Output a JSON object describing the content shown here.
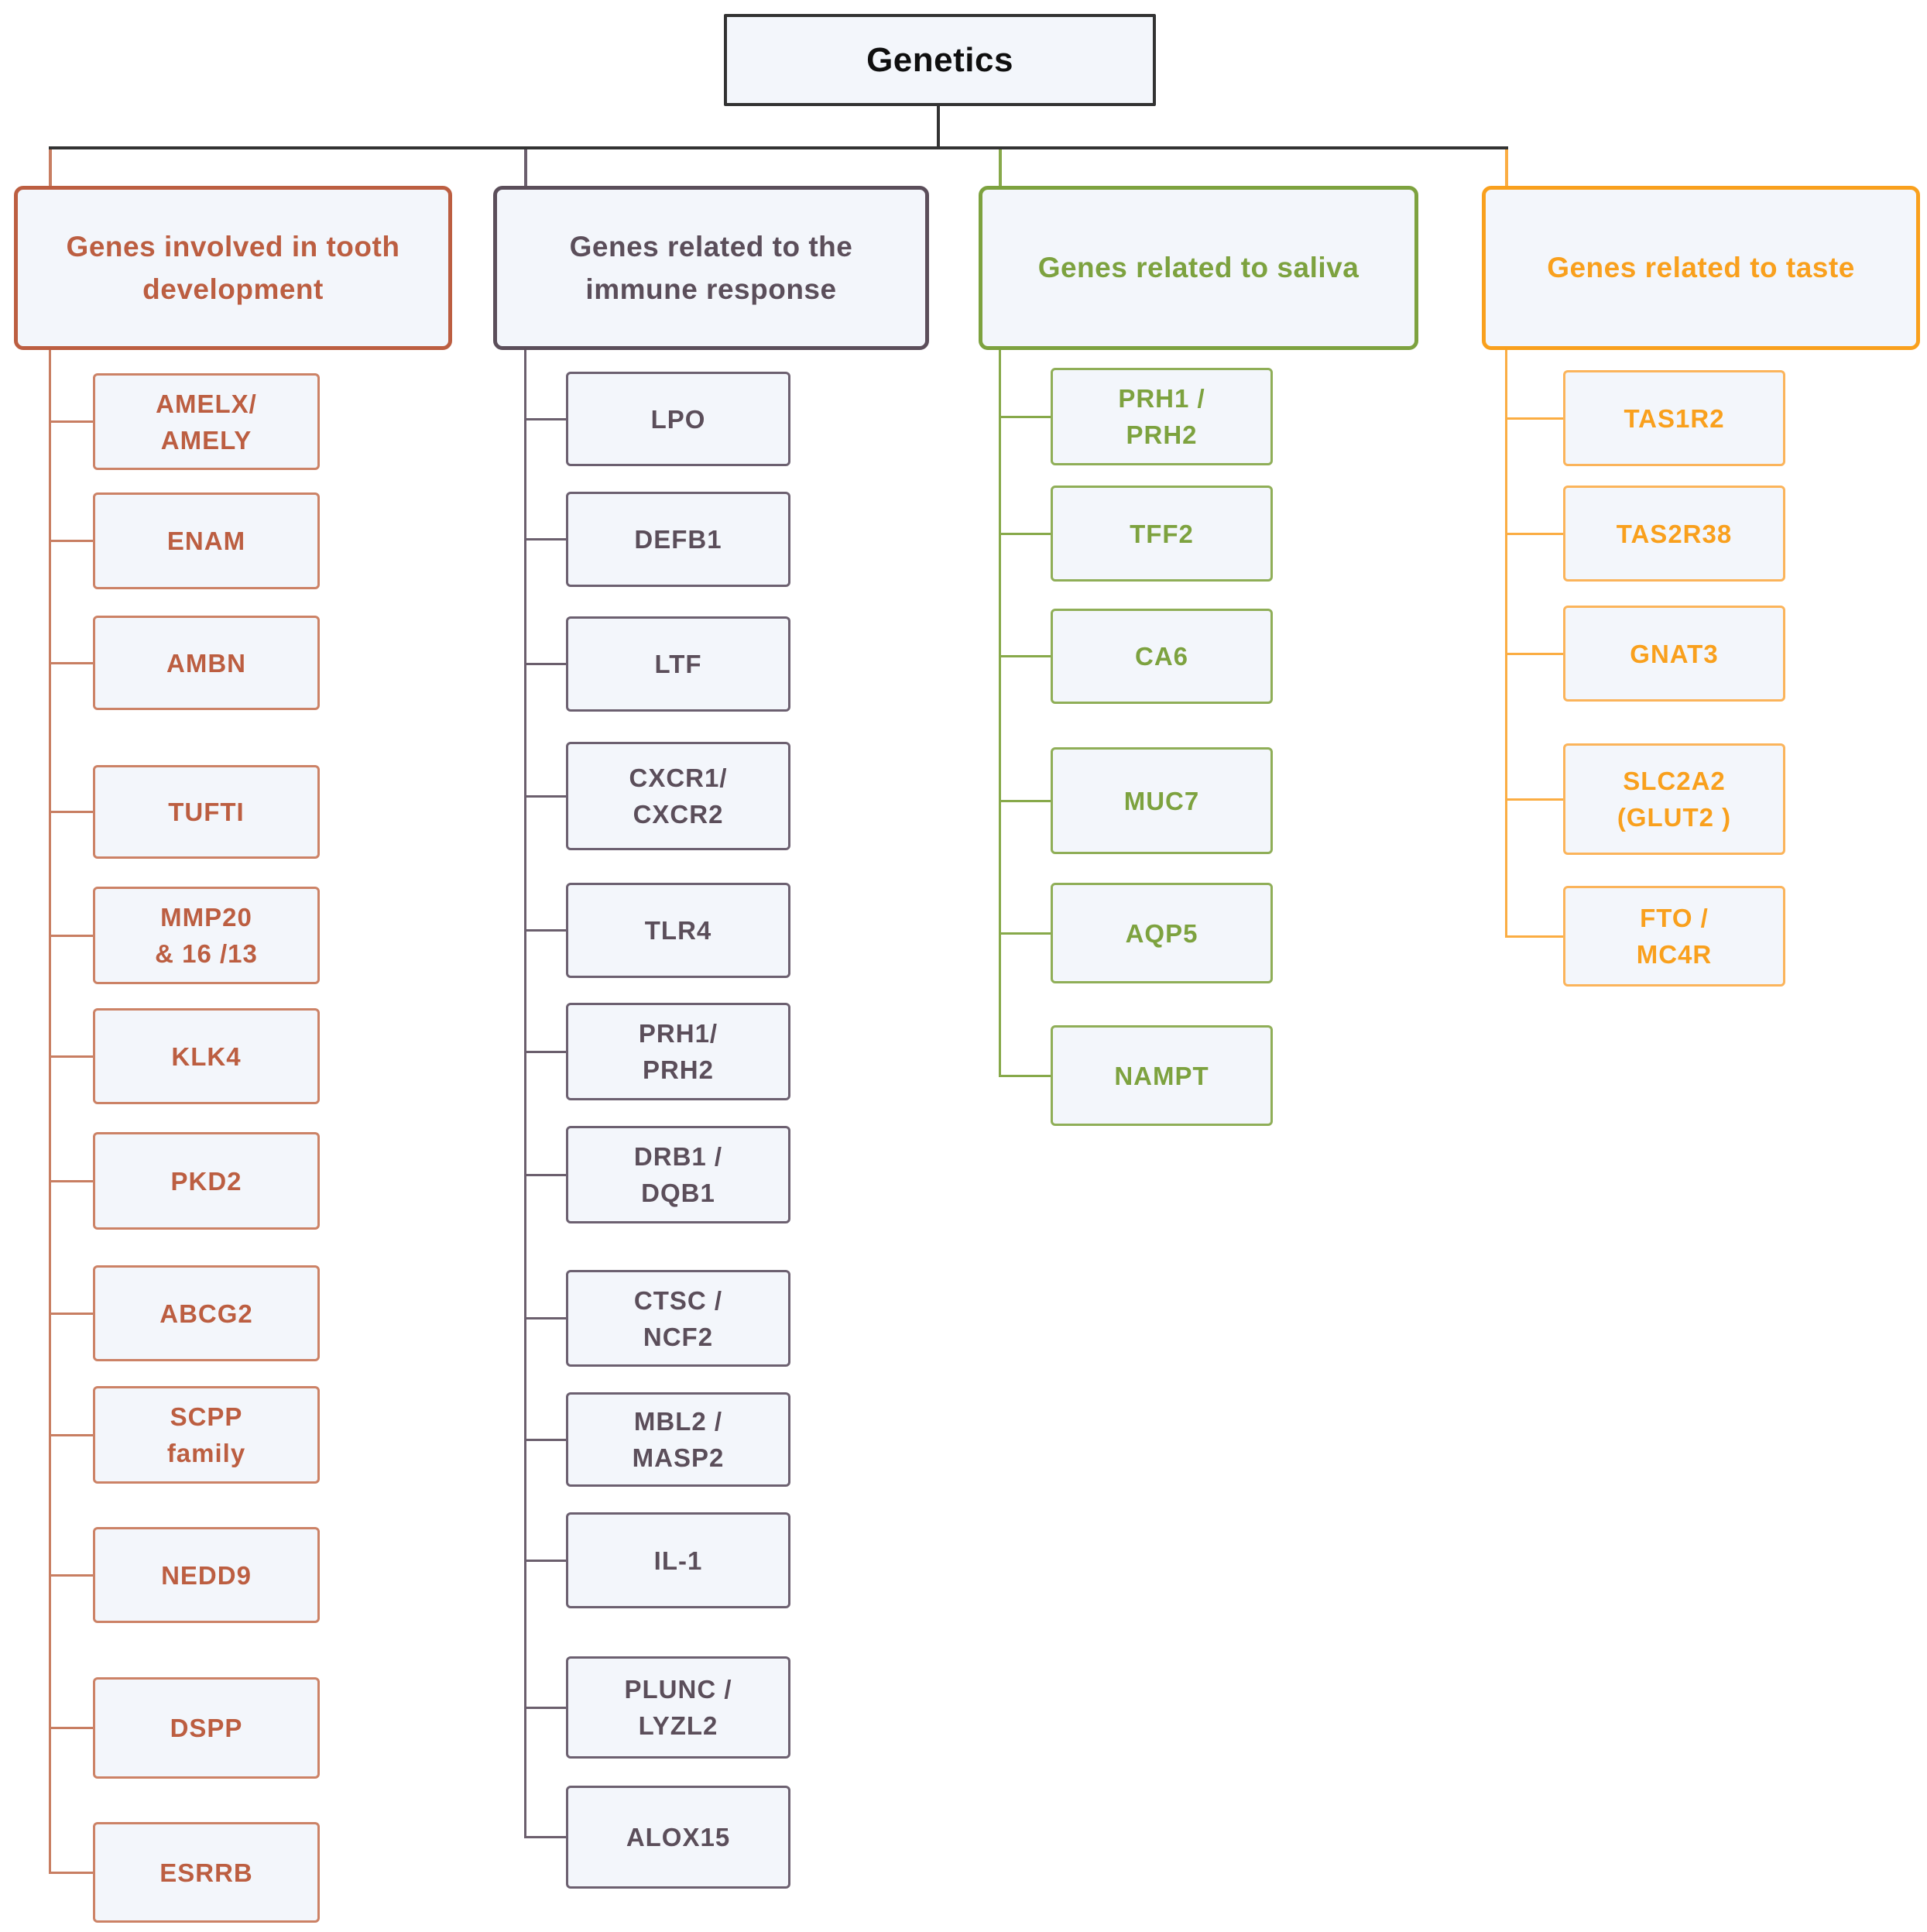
{
  "root": {
    "label": "Genetics"
  },
  "theme": {
    "background": "#ffffff",
    "box_fill": "#f3f6fb",
    "connector_dark": "#333333"
  },
  "columns": [
    {
      "id": "tooth-development",
      "title": "Genes involved in tooth development",
      "colors": {
        "accent": "#bc5e41",
        "soft": "#cc8266",
        "line": "#c87e62"
      },
      "items": [
        "AMELX/\nAMELY",
        "ENAM",
        "AMBN",
        "TUFTI",
        "MMP20\n& 16 /13",
        "KLK4",
        "PKD2",
        "ABCG2",
        "SCPP\nfamily",
        "NEDD9",
        "DSPP",
        "ESRRB"
      ]
    },
    {
      "id": "immune-response",
      "title": "Genes related to the immune response",
      "colors": {
        "accent": "#5b4e5a",
        "soft": "#6c6070",
        "line": "#6b5f6d"
      },
      "items": [
        "LPO",
        "DEFB1",
        "LTF",
        "CXCR1/\nCXCR2",
        "TLR4",
        "PRH1/\nPRH2",
        "DRB1 /\nDQB1",
        "CTSC /\nNCF2",
        "MBL2 /\nMASP2",
        "IL-1",
        "PLUNC /\nLYZL2",
        "ALOX15"
      ]
    },
    {
      "id": "saliva",
      "title": "Genes related to saliva",
      "colors": {
        "accent": "#7da23f",
        "soft": "#8fae57",
        "line": "#87a94a"
      },
      "items": [
        "PRH1 /\nPRH2",
        "TFF2",
        "CA6",
        "MUC7",
        "AQP5",
        "NAMPT"
      ]
    },
    {
      "id": "taste",
      "title": "Genes related to taste",
      "colors": {
        "accent": "#f9a01d",
        "soft": "#fbb45b",
        "line": "#fbad43"
      },
      "items": [
        "TAS1R2",
        "TAS2R38",
        "GNAT3",
        "SLC2A2\n(GLUT2 )",
        "FTO /\nMC4R"
      ]
    }
  ]
}
